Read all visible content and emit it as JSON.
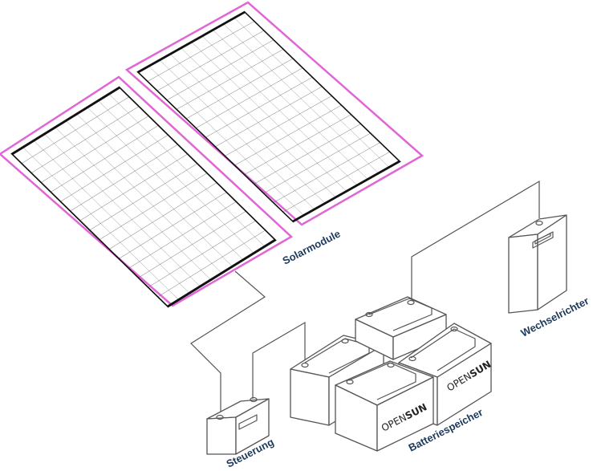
{
  "labels": {
    "solar": "Solarmodule",
    "inverter": "Wechselrichter",
    "control": "Steuerung",
    "battery": "Batteriespeicher"
  },
  "brand": {
    "open": "OPEN",
    "sun": "SUN"
  },
  "colors": {
    "panel_frame": "#e066d6",
    "panel_border": "#111111",
    "grid": "#555555",
    "label": "#1d3a5c",
    "stroke": "#555555"
  }
}
